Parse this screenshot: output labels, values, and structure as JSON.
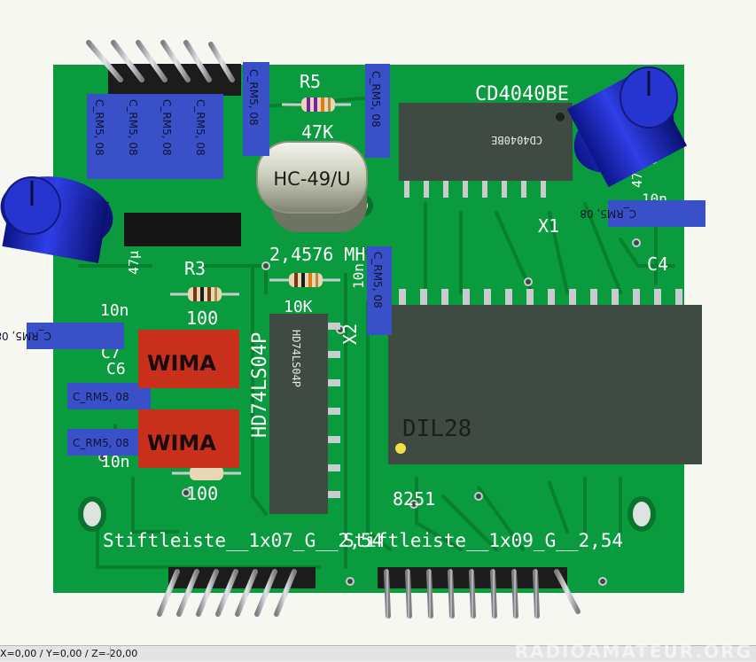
{
  "colors": {
    "board": "#0b9b3f",
    "trace": "#06802f",
    "silkscreen": "#ffffff",
    "ic_body": "#3f4b42",
    "pin": "#c8cccd",
    "cap_blue": "#3a50c9",
    "electrolytic": "#1620b8",
    "wima_red": "#c8301c",
    "background": "#f7f7f2"
  },
  "board": {
    "labels": {
      "r5": "R5",
      "r5_value": "47K",
      "r3": "R3",
      "r3_value": "100",
      "r2_value": "10K",
      "r_bottom_value": "100",
      "crystal_freq": "2,4576 MHz",
      "x1": "X1",
      "x2": "X2",
      "c4": "C4",
      "c_left_value": "47µ",
      "c_right_value": "47",
      "ten_n_left": "10n",
      "ten_n_left_bottom": "10n",
      "ten_n_mid": "10n",
      "ten_n_right": "10n",
      "c_left_id": "C7",
      "c_left_id2": "C6",
      "ic_8251": "8251",
      "hd74_silk": "HD74LS04P",
      "cd4040_silk": "CD4040BE",
      "header_left": "Stiftleiste__1x07_G__2,54",
      "header_right": "Stiftleiste__1x09_G__2,54"
    },
    "chips": {
      "cd4040": "CD4040BE",
      "hd74": "HD74LS04P",
      "dil28": "DIL28"
    },
    "crystal": "HC-49/U",
    "capacitor_label": "C_RM5, 08",
    "capacitor_label_mirrored": "C_RM5, 08",
    "wima_top": "WIMA",
    "wima_bottom": "WIMA"
  },
  "statusbar": {
    "coords": "X=0,00 / Y=0,00 / Z=-20,00",
    "watermark": "RADIOAMATEUR.ORG"
  }
}
